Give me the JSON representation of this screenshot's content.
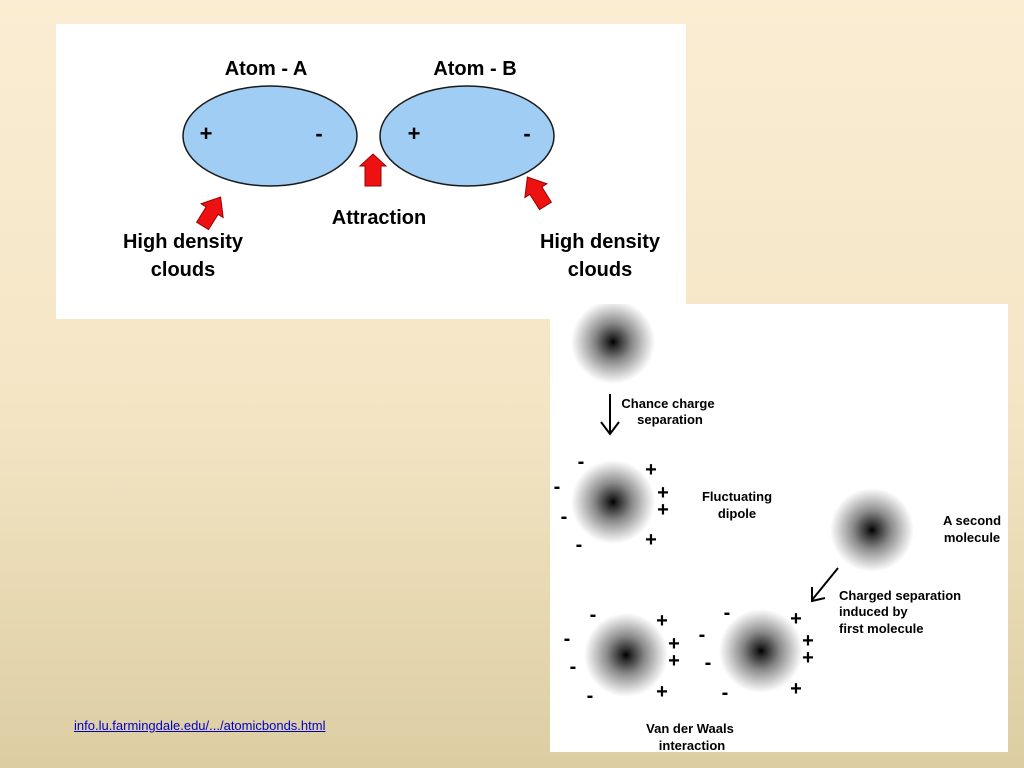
{
  "top_diagram": {
    "atom_a_label": "Atom - A",
    "atom_b_label": "Atom - B",
    "plus": "+",
    "minus": "-",
    "attraction_label": "Attraction",
    "high_density_line1": "High density",
    "high_density_line2": "clouds"
  },
  "bottom_diagram": {
    "chance_line1": "Chance charge",
    "chance_line2": "separation",
    "fluct_line1": "Fluctuating",
    "fluct_line2": "dipole",
    "second_line1": "A second",
    "second_line2": "molecule",
    "induced_line1": "Charged separation",
    "induced_line2": "induced by",
    "induced_line3": "first molecule",
    "vdw_line1": "Van der Waals",
    "vdw_line2": "interaction",
    "plus": "+",
    "minus": "-"
  },
  "source_link": "info.lu.farmingdale.edu/.../atomicbonds.html",
  "colors": {
    "atom_fill": "#9fcdf3",
    "arrow_red": "#ee1111",
    "link": "#0000cc"
  }
}
